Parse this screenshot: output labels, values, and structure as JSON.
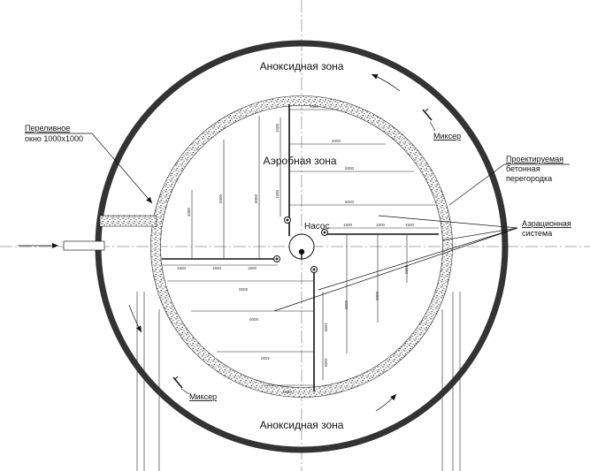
{
  "zones": {
    "anoxic_top": "Аноксидная зона",
    "anoxic_bottom": "Аноксидная зона",
    "aerobic": "Аэробная зона"
  },
  "labels": {
    "pump": "Насос",
    "overflow_line1": "Переливное",
    "overflow_line2": "окно 1000x1000",
    "mixer_right": "Миксер",
    "mixer_left": "Миксер",
    "partition_line1": "Проектируемая",
    "partition_line2": "бетонная",
    "partition_line3": "перегородка",
    "aeration_line1": "Аэрационная",
    "aeration_line2": "система"
  },
  "dimensions": {
    "top_1": "2500",
    "top_2": "4000",
    "top_3": "5000",
    "top_4": "6000",
    "v_left_1": "4000",
    "v_left_2": "5000",
    "v_left_3": "6000",
    "v_top": "1500",
    "v_mid": "1500",
    "left_h_1": "1500",
    "left_h_2": "1500",
    "left_h_3": "1500",
    "right_h_1": "1500",
    "right_h_2": "1500",
    "right_h_3": "1500",
    "right_v_1": "6000",
    "right_v_2": "5000",
    "right_v_3": "4000",
    "bottom_1": "6000",
    "bottom_2": "5000",
    "bottom_3": "4000",
    "bottom_4": "2500",
    "v_bottom_1": "1500",
    "v_bottom_2": "1500"
  }
}
